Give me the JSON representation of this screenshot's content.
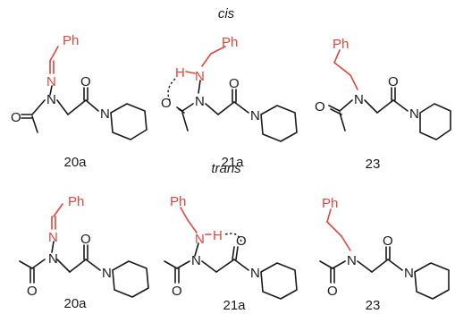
{
  "headers": {
    "cis": "cis",
    "trans": "trans"
  },
  "compounds": {
    "c20a": "20a",
    "c21a": "21a",
    "c23": "23",
    "t20a": "20a",
    "t21a": "21a",
    "t23": "23"
  },
  "atoms": {
    "ph": "Ph",
    "n": "N",
    "o": "O",
    "h": "H"
  },
  "colors": {
    "highlight": "#e0463c",
    "ink": "#1a1a1a"
  }
}
